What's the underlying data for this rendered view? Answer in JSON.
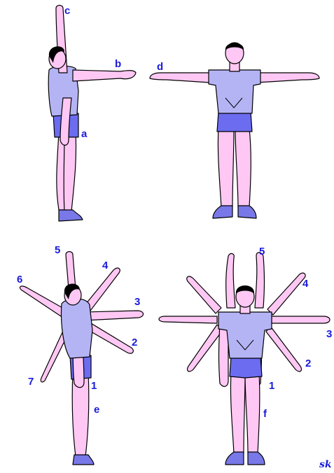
{
  "figures": [
    {
      "name": "side-view-arm-positions",
      "labels": [
        "a",
        "b",
        "c"
      ]
    },
    {
      "name": "front-view-arms-extended",
      "labels": [
        "d"
      ]
    },
    {
      "name": "side-view-arm-circle",
      "labels": [
        "1",
        "2",
        "3",
        "4",
        "5",
        "6",
        "7",
        "e"
      ]
    },
    {
      "name": "front-view-arm-circle",
      "labels": [
        "1",
        "2",
        "3",
        "4",
        "5",
        "f"
      ]
    }
  ],
  "signature": "sk",
  "colors": {
    "skin": "#ffc8f4",
    "shirt": "#b4b4f5",
    "shorts": "#6c6cf0",
    "shoes": "#7878e8",
    "hair": "#000000",
    "label": "#1a1adc",
    "outline": "#000000"
  }
}
